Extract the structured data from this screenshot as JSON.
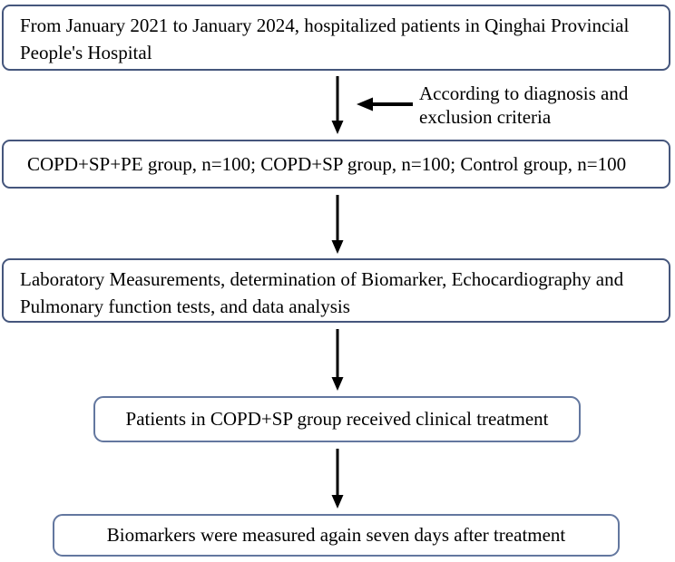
{
  "theme": {
    "background": "#ffffff",
    "box_border_primary": "#45567c",
    "box_border_secondary": "#63779f",
    "arrow_color": "#000000",
    "text_color": "#000000"
  },
  "flowchart": {
    "boxes": [
      {
        "name": "study-population",
        "lines": [
          "From January 2021 to January 2024, hospitalized patients in Qinghai Provincial",
          "People's Hospital"
        ]
      },
      {
        "name": "group-allocation",
        "lines": [
          "COPD+SP+PE group, n=100; COPD+SP group, n=100; Control group, n=100"
        ]
      },
      {
        "name": "measurements",
        "lines": [
          "Laboratory Measurements, determination of Biomarker, Echocardiography and",
          "Pulmonary function tests, and data analysis"
        ]
      },
      {
        "name": "treatment",
        "lines": [
          "Patients in COPD+SP group received clinical treatment"
        ]
      },
      {
        "name": "post-treatment-measurement",
        "lines": [
          "Biomarkers were measured again seven days after treatment"
        ]
      }
    ],
    "annotation": {
      "lines": [
        "According to diagnosis and",
        "exclusion criteria"
      ]
    }
  }
}
